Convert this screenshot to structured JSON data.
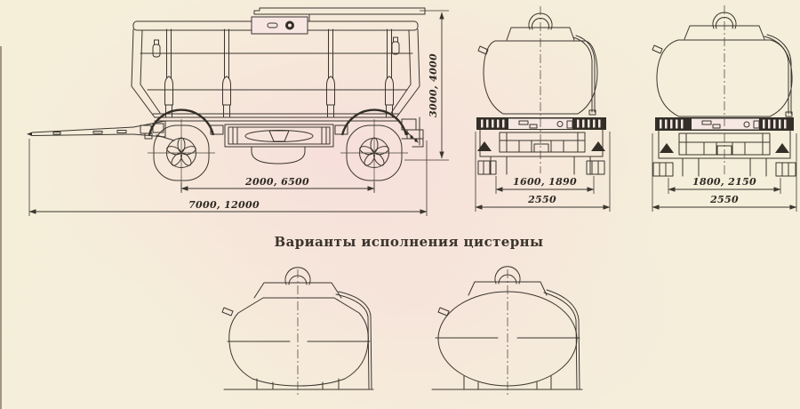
{
  "palette": {
    "paper_cream": "#f5efda",
    "paper_pink": "#f7e3e0",
    "ink": "#3b362f",
    "text": "#2e2923"
  },
  "caption": {
    "text": "Варианты исполнения цистерны"
  },
  "side_view": {
    "dims": {
      "axle_spacing": "2000, 6500",
      "overall_length": "7000, 12000",
      "overall_height": "3000, 4000"
    }
  },
  "front_view_a": {
    "dims": {
      "tank_width": "1600, 1890",
      "overall_width": "2550"
    }
  },
  "front_view_b": {
    "dims": {
      "tank_width": "1800, 2150",
      "overall_width": "2550"
    }
  }
}
